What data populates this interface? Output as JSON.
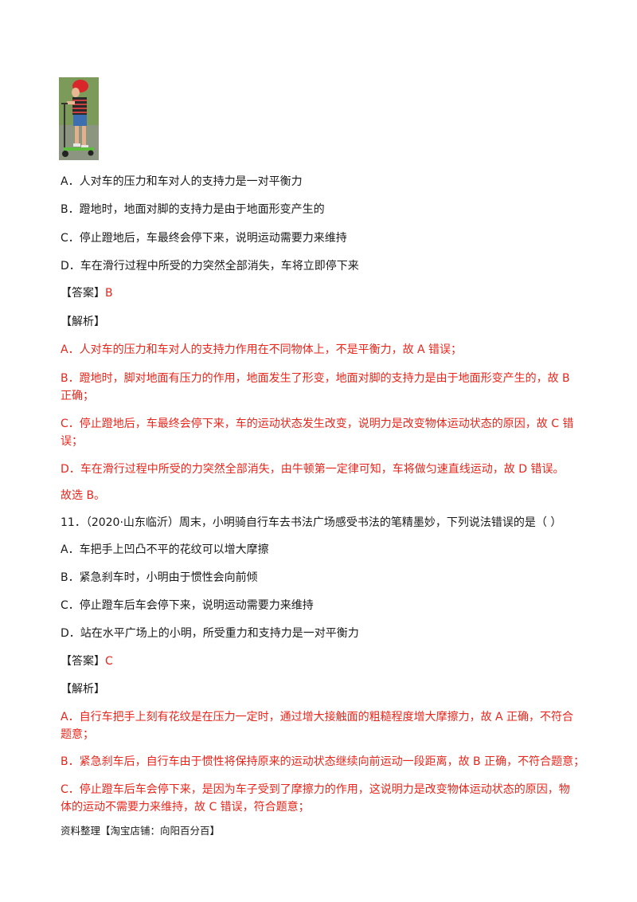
{
  "q10": {
    "options": [
      "A．人对车的压力和车对人的支持力是一对平衡力",
      "B．蹬地时，地面对脚的支持力是由于地面形变产生的",
      "C．停止蹬地后，车最终会停下来，说明运动需要力来维持",
      "D．车在滑行过程中所受的力突然全部消失，车将立即停下来"
    ],
    "answer_label": "【答案】",
    "answer_value": "B",
    "analysis_label": "【解析】",
    "analysis": [
      "A．人对车的压力和车对人的支持力作用在不同物体上，不是平衡力，故 A 错误；",
      "B．蹬地时，脚对地面有压力的作用，地面发生了形变，地面对脚的支持力是由于地面形变产生的，故 B",
      "正确；",
      "C．停止蹬地后，车最终会停下来，车的运动状态发生改变，说明力是改变物体运动状态的原因，故 C 错",
      "误；",
      "D．车在滑行过程中所受的力突然全部消失，由牛顿第一定律可知，车将做匀速直线运动，故 D 错误。"
    ],
    "conclusion": "故选 B。"
  },
  "q11": {
    "stem": "11．（2020·山东临沂）周末，小明骑自行车去书法广场感受书法的笔精墨妙，下列说法错误的是（        ）",
    "options": [
      "A．车把手上凹凸不平的花纹可以增大摩擦",
      "B．紧急刹车时，小明由于惯性会向前倾",
      "C．停止蹬车后车会停下来，说明运动需要力来维持",
      "D．站在水平广场上的小明，所受重力和支持力是一对平衡力"
    ],
    "answer_label": "【答案】",
    "answer_value": "C",
    "analysis_label": "【解析】",
    "analysis": [
      "A．自行车把手上刻有花纹是在压力一定时，通过增大接触面的粗糙程度增大摩擦力，故 A 正确，不符合",
      "题意；",
      "B．紧急刹车后，自行车由于惯性将保持原来的运动状态继续向前运动一段距离，故 B 正确，不符合题意；",
      "C．停止蹬车后车会停下来，是因为车子受到了摩擦力的作用，这说明力是改变物体运动状态的原因，物",
      "体的运动不需要力来维持，故 C 错误，符合题意；"
    ]
  },
  "footer": "资料整理【淘宝店铺：向阳百分百】"
}
